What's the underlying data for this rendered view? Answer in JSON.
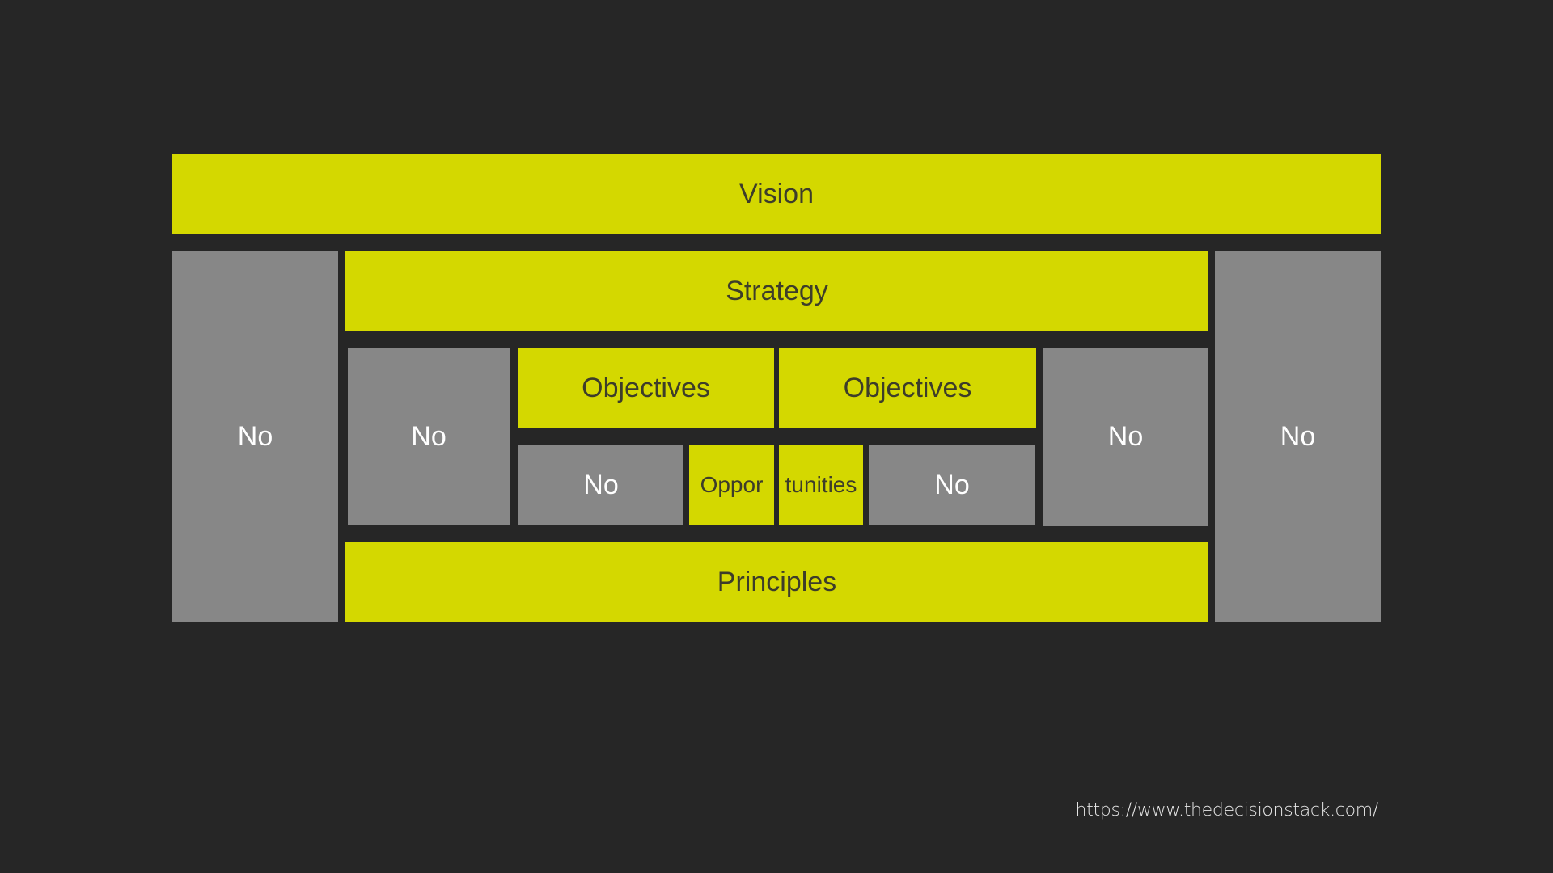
{
  "diagram": {
    "vision": "Vision",
    "strategy": "Strategy",
    "objectives": [
      "Objectives",
      "Objectives"
    ],
    "opportunities": [
      "Oppor",
      "tunities"
    ],
    "principles": "Principles",
    "no_label": "No"
  },
  "footer": {
    "url": "https://www.thedecisionstack.com/"
  },
  "colors": {
    "background": "#262626",
    "yellow": "#d4d800",
    "gray": "#878787",
    "dark_text": "#3d3d2a",
    "light_text": "#ffffff"
  }
}
